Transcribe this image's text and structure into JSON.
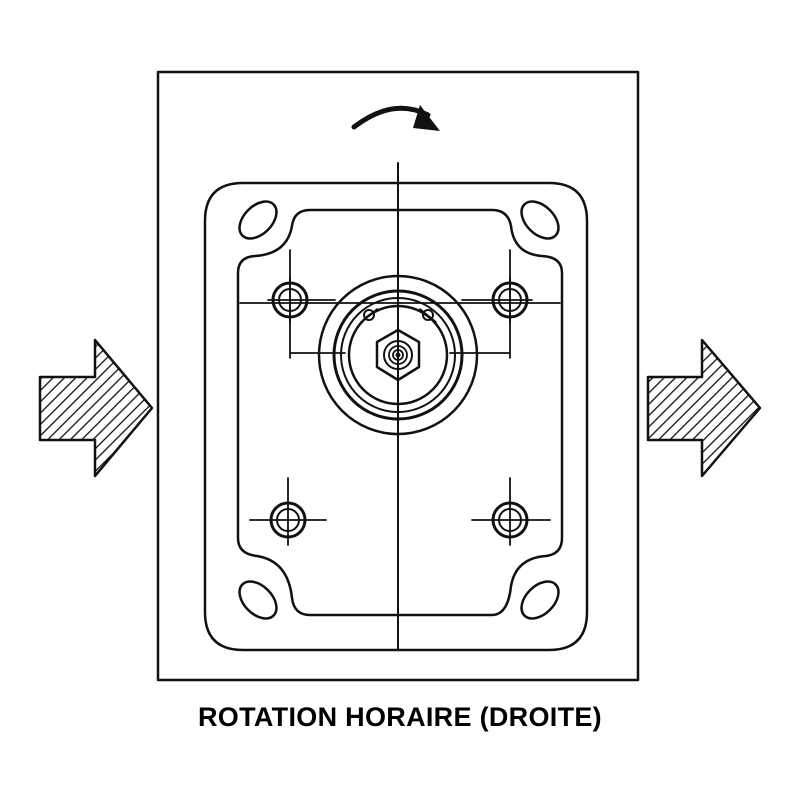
{
  "caption": "ROTATION HORAIRE (DROITE)",
  "rotation_direction": "clockwise",
  "flow_arrows": [
    {
      "side": "left",
      "meaning": "inlet"
    },
    {
      "side": "right",
      "meaning": "outlet"
    }
  ],
  "colors": {
    "line": "#111111",
    "background": "#ffffff"
  }
}
